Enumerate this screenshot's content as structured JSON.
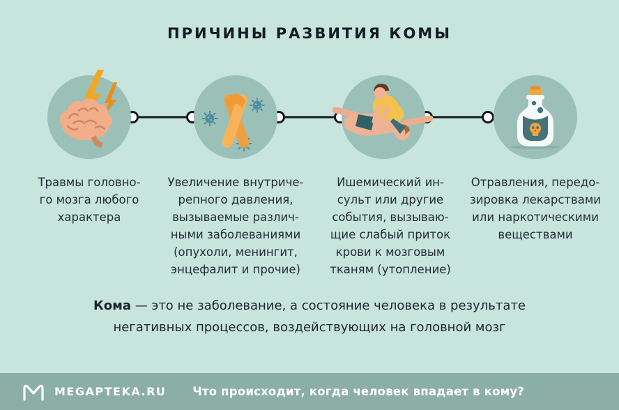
{
  "title": "ПРИЧИНЫ РАЗВИТИЯ КОМЫ",
  "colors": {
    "background": "#c7e4dd",
    "icon_circle": "#9ac0b7",
    "footer_band": "#8bafa7",
    "text_dark": "#232831",
    "connector_line": "#14181d",
    "connector_dot_fill": "#ffffff",
    "orange_accent": "#f6ac4a",
    "teal_accent": "#45737a",
    "skin": "#f0b294"
  },
  "icons": {
    "cause1": "brain-lightning-icon",
    "cause2": "ribbon-infection-icon",
    "cause3": "cpr-drowning-icon",
    "cause4": "poison-bottle-icon",
    "footer_logo": "megapteka-logo-icon"
  },
  "causes": [
    {
      "icon": "brain-lightning-icon",
      "lines": [
        "Травмы головно-",
        "го мозга любого",
        "характера"
      ]
    },
    {
      "icon": "ribbon-infection-icon",
      "lines": [
        "Увеличение внутриче-",
        "репного давления,",
        "вызываемые различ-",
        "ными заболеваниями",
        "(опухоли, менингит,",
        "энцефалит и прочие)"
      ]
    },
    {
      "icon": "cpr-drowning-icon",
      "lines": [
        "Ишемический ин-",
        "сульт или другие",
        "события, вызываю-",
        "щие слабый приток",
        "крови к мозговым",
        "тканям (утопление)"
      ]
    },
    {
      "icon": "poison-bottle-icon",
      "lines": [
        "Отравления, передо-",
        "зировка лекарствами",
        "или наркотическими",
        "веществами"
      ]
    }
  ],
  "summary": {
    "term": "Кома",
    "line1_rest": " — это не заболевание, а состояние человека в результате",
    "line2": "негативных процессов, воздействующих на головной мозг"
  },
  "footer": {
    "brand": "MEGAPTEKA.RU",
    "question": "Что происходит, когда человек впадает в кому?"
  }
}
